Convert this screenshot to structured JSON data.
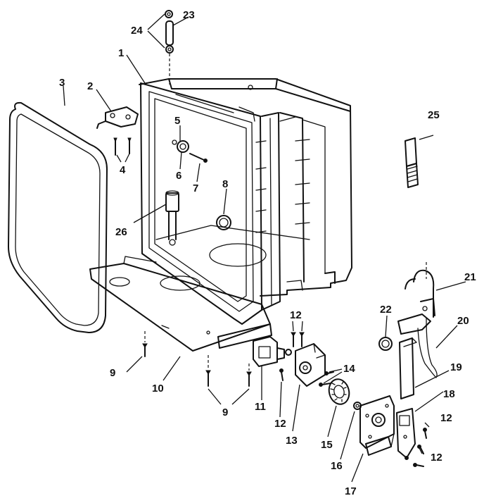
{
  "callouts": [
    {
      "id": "1",
      "label": "1"
    },
    {
      "id": "2",
      "label": "2"
    },
    {
      "id": "3",
      "label": "3"
    },
    {
      "id": "4",
      "label": "4"
    },
    {
      "id": "5",
      "label": "5"
    },
    {
      "id": "6",
      "label": "6"
    },
    {
      "id": "7",
      "label": "7"
    },
    {
      "id": "8",
      "label": "8"
    },
    {
      "id": "9a",
      "label": "9"
    },
    {
      "id": "9b",
      "label": "9"
    },
    {
      "id": "10",
      "label": "10"
    },
    {
      "id": "11",
      "label": "11"
    },
    {
      "id": "12a",
      "label": "12"
    },
    {
      "id": "12b",
      "label": "12"
    },
    {
      "id": "12c",
      "label": "12"
    },
    {
      "id": "12d",
      "label": "12"
    },
    {
      "id": "13",
      "label": "13"
    },
    {
      "id": "14",
      "label": "14"
    },
    {
      "id": "15",
      "label": "15"
    },
    {
      "id": "16",
      "label": "16"
    },
    {
      "id": "17",
      "label": "17"
    },
    {
      "id": "18",
      "label": "18"
    },
    {
      "id": "19",
      "label": "19"
    },
    {
      "id": "20",
      "label": "20"
    },
    {
      "id": "21",
      "label": "21"
    },
    {
      "id": "22",
      "label": "22"
    },
    {
      "id": "23",
      "label": "23"
    },
    {
      "id": "24",
      "label": "24"
    },
    {
      "id": "25",
      "label": "25"
    },
    {
      "id": "26",
      "label": "26"
    }
  ]
}
